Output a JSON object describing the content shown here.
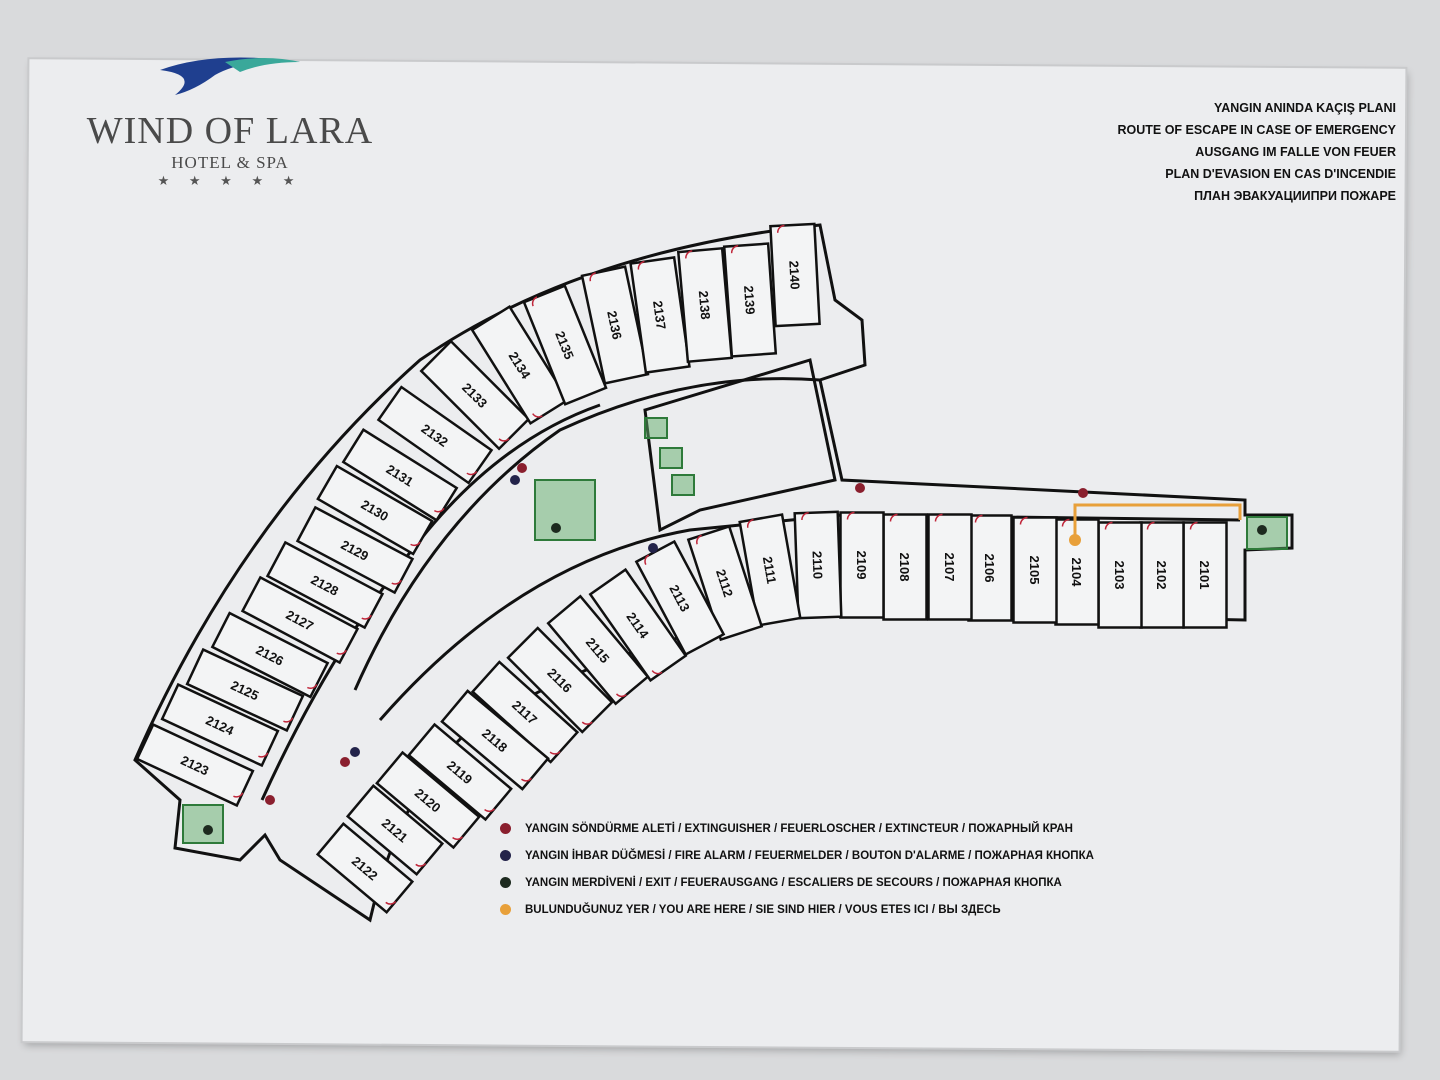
{
  "logo": {
    "name": "WIND OF LARA",
    "subtitle": "HOTEL & SPA",
    "stars": "★ ★ ★ ★ ★"
  },
  "titles": [
    "YANGIN ANINDA KAÇIŞ PLANI",
    "ROUTE OF ESCAPE IN CASE OF EMERGENCY",
    "AUSGANG IM FALLE VON FEUER",
    "PLAN D'EVASION EN CAS D'INCENDIE",
    "ПЛАН ЭВАКУАЦИИПРИ ПОЖАРЕ"
  ],
  "rooms": [
    "2101",
    "2102",
    "2103",
    "2104",
    "2105",
    "2106",
    "2107",
    "2108",
    "2109",
    "2110",
    "2111",
    "2112",
    "2113",
    "2114",
    "2115",
    "2116",
    "2117",
    "2118",
    "2119",
    "2120",
    "2121",
    "2122",
    "2123",
    "2124",
    "2125",
    "2126",
    "2127",
    "2128",
    "2129",
    "2130",
    "2131",
    "2132",
    "2133",
    "2134",
    "2135",
    "2136",
    "2137",
    "2138",
    "2139",
    "2140"
  ],
  "legend": [
    {
      "label": "YANGIN SÖNDÜRME ALETİ / EXTINGUISHER / FEUERLOSCHER / EXTINCTEUR / ПОЖАРНЫЙ КРАН",
      "color": "#8a1f2e"
    },
    {
      "label": "YANGIN İHBAR DÜĞMESİ / FIRE ALARM / FEUERMELDER / BOUTON D'ALARME / ПОЖАРНАЯ КНОПКА",
      "color": "#23234a"
    },
    {
      "label": "YANGIN MERDİVENİ / EXIT / FEUERAUSGANG / ESCALIERS DE SECOURS /  ПОЖАРНАЯ КНОПКА",
      "color": "#1d2a1f"
    },
    {
      "label": "BULUNDUĞUNUZ YER / YOU ARE HERE / SIE SIND HIER / VOUS ETES ICI / ВЫ ЗДЕСЬ",
      "color": "#e8a03a"
    }
  ],
  "colors": {
    "wall": "#111111",
    "door": "#c0263a",
    "stairs": "#3a8a45",
    "route": "#e8a03a"
  }
}
